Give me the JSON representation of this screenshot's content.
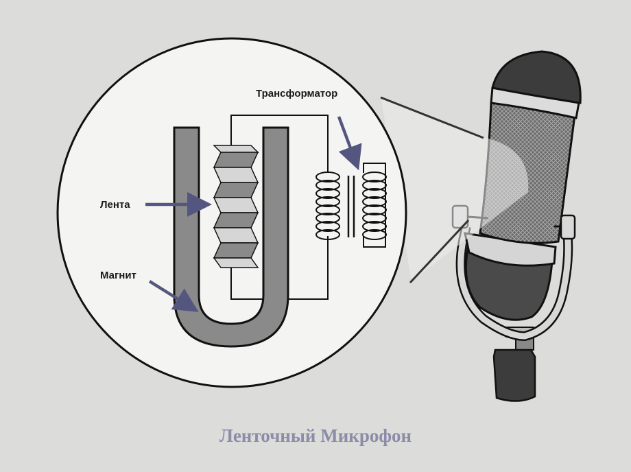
{
  "labels": {
    "transformer": "Трансформатор",
    "ribbon": "Лента",
    "magnet": "Магнит"
  },
  "title": "Ленточный Микрофон",
  "colors": {
    "background": "#dcdcda",
    "arrow": "#55567f",
    "magnet": "#8a8a8a",
    "title": "#8c8ca8",
    "mic_body": "#4a4a4a"
  },
  "icons": [
    "ribbon-microphone-illustration",
    "horseshoe-magnet-icon",
    "transformer-coil-icon"
  ]
}
